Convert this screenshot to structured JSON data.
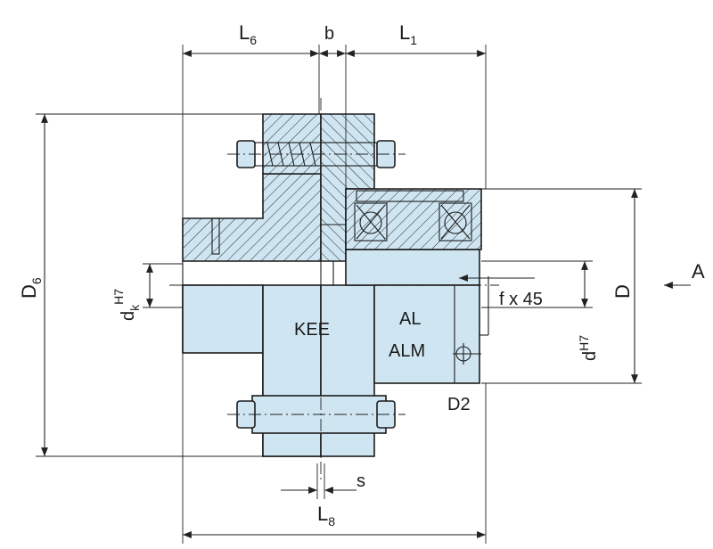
{
  "labels": {
    "l6": "L",
    "l6_sub": "6",
    "b": "b",
    "l1": "L",
    "l1_sub": "1",
    "d6": "D",
    "d6_sub": "6",
    "dk": "d",
    "dk_sub": "k",
    "dk_sup": "H7",
    "kee": "KEE",
    "al": "AL",
    "alm": "ALM",
    "d": "D",
    "dh7": "d",
    "dh7_sup": "H7",
    "fx45": "f x 45",
    "d2": "D2",
    "a": "A",
    "s": "s",
    "l8": "L",
    "l8_sub": "8"
  },
  "colors": {
    "part_fill": "#cfe6f2",
    "hatch": "#2a2a2a",
    "line": "#1c1c1c"
  }
}
